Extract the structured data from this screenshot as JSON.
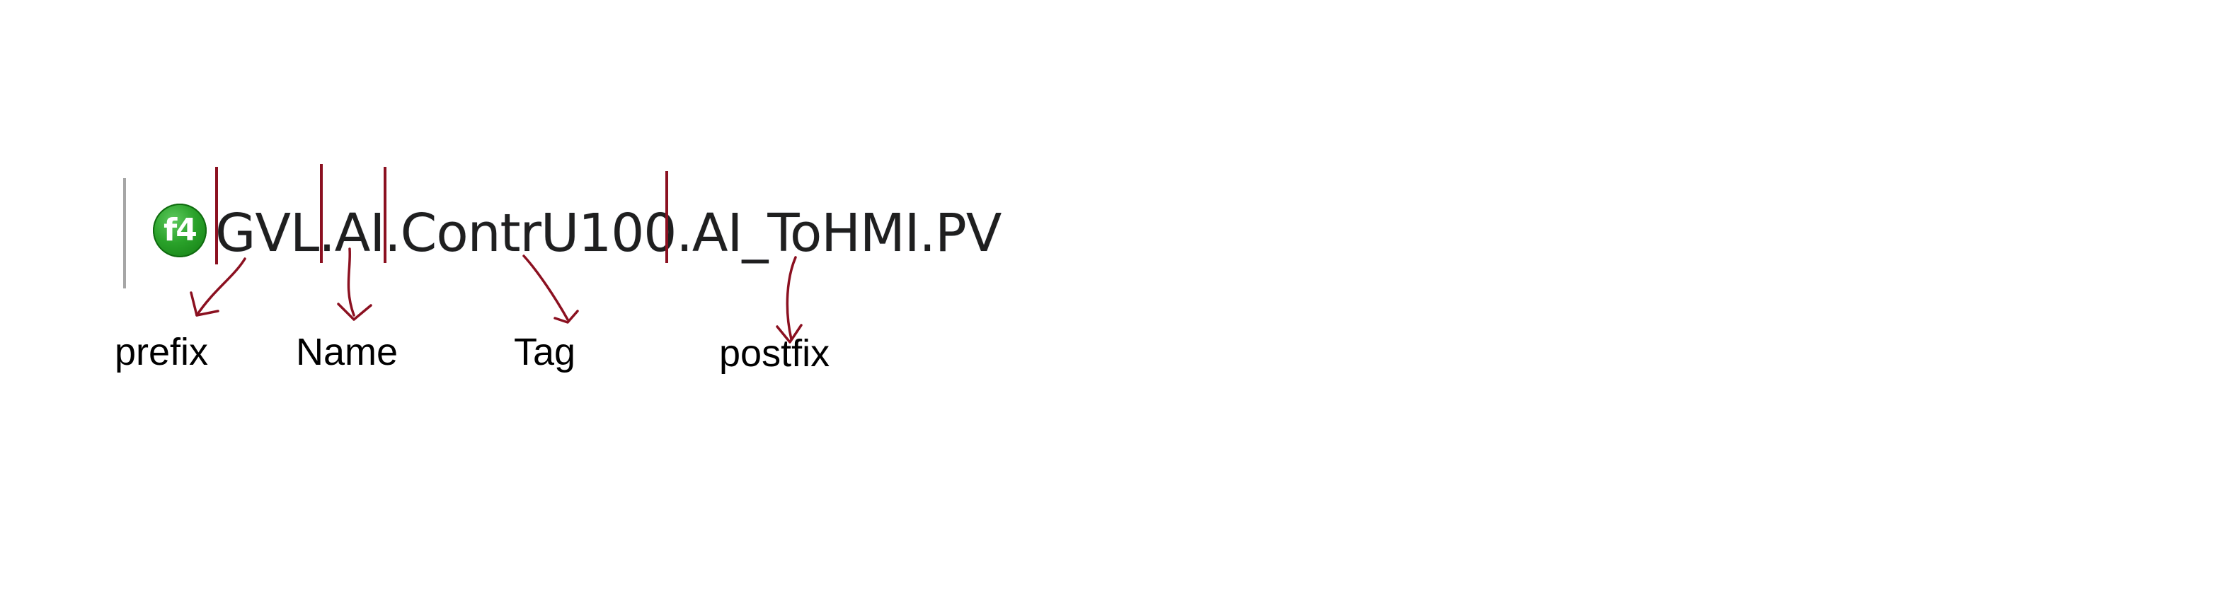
{
  "variable": {
    "badge_text": "f4",
    "badge_color": "#2aa22a",
    "path_text": "GVL.AI.ContrU100.AI_ToHMI.PV"
  },
  "labels": {
    "prefix": "prefix",
    "name": "Name",
    "tag": "Tag",
    "postfix": "postfix"
  },
  "colors": {
    "marker": "#8b1020",
    "divider": "#a6a6a6",
    "text": "#1f1f1f"
  }
}
